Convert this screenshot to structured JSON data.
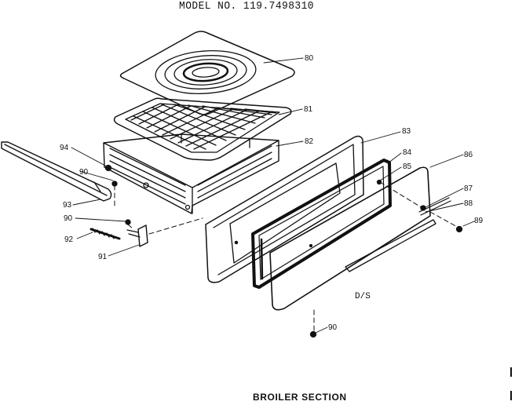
{
  "header": {
    "model_title": "MODEL NO. 119.7498310"
  },
  "footer": {
    "section_title": "BROILER SECTION"
  },
  "code_label": "D/S",
  "callouts": {
    "c80": "80",
    "c81": "81",
    "c82": "82",
    "c83": "83",
    "c84": "84",
    "c85": "85",
    "c86": "86",
    "c87": "87",
    "c88": "88",
    "c89": "89",
    "c90a": "90",
    "c90b": "90",
    "c90c": "90",
    "c91": "91",
    "c92": "92",
    "c93": "93",
    "c94": "94"
  }
}
